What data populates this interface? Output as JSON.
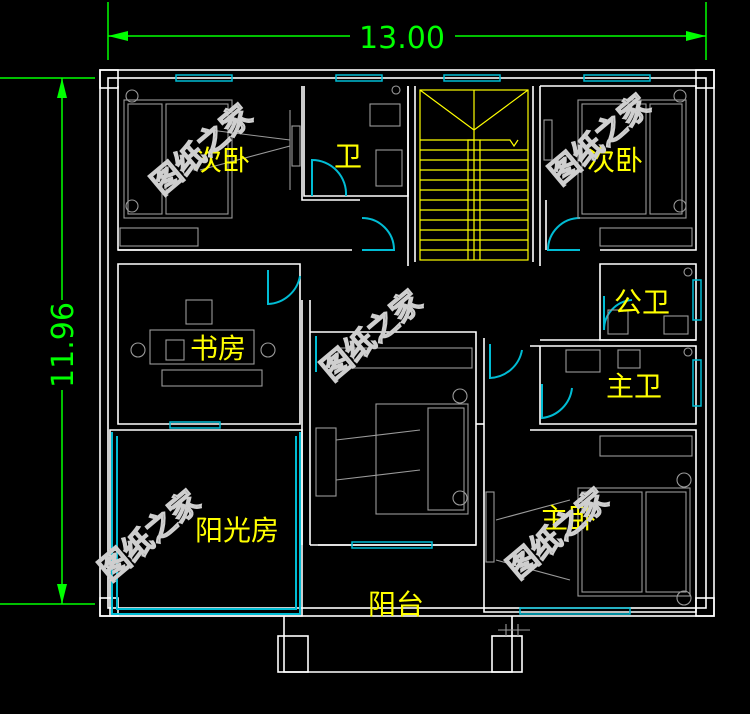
{
  "dimensions": {
    "width": "13.00",
    "height": "11.96"
  },
  "rooms": {
    "bed_nw": "次卧",
    "bath_n": "卫",
    "bed_ne": "次卧",
    "bath_public": "公卫",
    "study": "书房",
    "bath_master": "主卫",
    "sunroom": "阳光房",
    "master_bed": "主卧",
    "balcony": "阳台"
  },
  "watermark": "图纸之家",
  "colors": {
    "background": "#000000",
    "walls": "#ffffff",
    "furniture": "#9a9a9a",
    "windows_doors": "#00bcd4",
    "labels_stairs": "#ffff00",
    "dimensions": "#00ff00"
  }
}
